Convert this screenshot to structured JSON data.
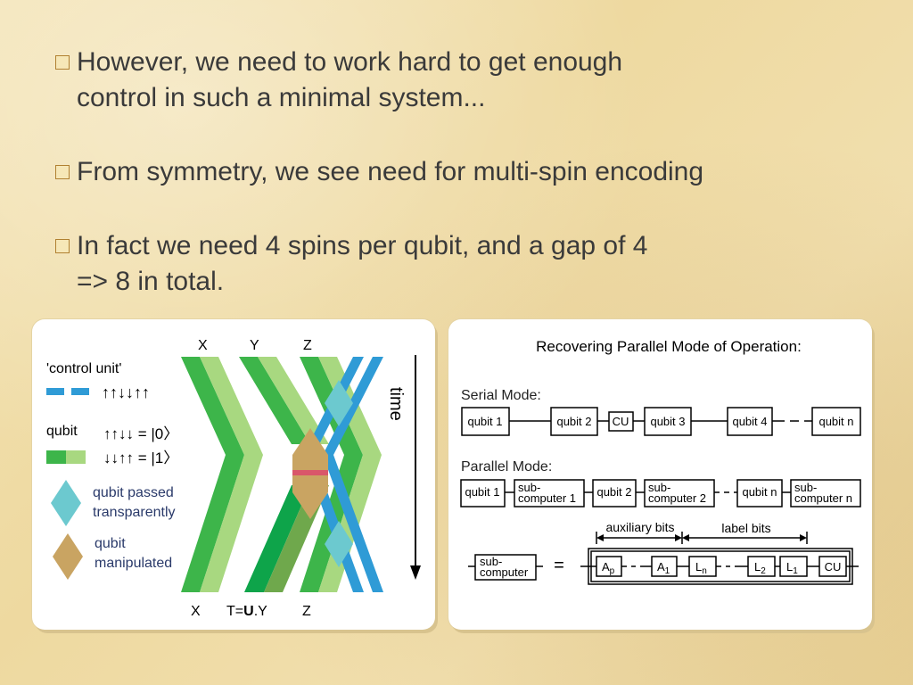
{
  "bullets": [
    {
      "line1": "However, we need to work hard to get enough",
      "line2": "control in such a minimal system..."
    },
    {
      "line1": "From symmetry, we see need for multi-spin encoding",
      "line2": ""
    },
    {
      "line1": "In fact we need 4 spins per qubit, and a gap of 4",
      "line2": "=> 8 in total."
    }
  ],
  "left_diagram": {
    "top_labels": [
      "X",
      "Y",
      "Z"
    ],
    "bottom_labels": {
      "x": "X",
      "t_prefix": "T=",
      "t_bold": "U",
      "t_suffix": ".Y",
      "z": "Z"
    },
    "time_label": "time",
    "legend": {
      "control_unit": "'control unit'",
      "control_arrows": "↑↑↓↓↑↑",
      "qubit": "qubit",
      "qubit_state0": "↑↑↓↓ = |0〉",
      "qubit_state1": "↓↓↑↑ = |1〉",
      "transparent_line1": "qubit passed",
      "transparent_line2": "transparently",
      "manipulated_line1": "qubit",
      "manipulated_line2": "manipulated"
    },
    "colors": {
      "dark_green": "#3db54a",
      "light_green": "#a8d880",
      "blue": "#2f9bd6",
      "teal": "#6cc9cf",
      "tan": "#c9a462",
      "red": "#d9576a"
    }
  },
  "right_diagram": {
    "title": "Recovering Parallel Mode of Operation:",
    "serial_label": "Serial Mode:",
    "serial_boxes": [
      "qubit 1",
      "qubit 2",
      "CU",
      "qubit 3",
      "qubit 4",
      "qubit n"
    ],
    "parallel_label": "Parallel Mode:",
    "parallel_boxes": [
      {
        "line1": "qubit 1",
        "line2": ""
      },
      {
        "line1": "sub-",
        "line2": "computer 1"
      },
      {
        "line1": "qubit 2",
        "line2": ""
      },
      {
        "line1": "sub-",
        "line2": "computer 2"
      },
      {
        "line1": "qubit n",
        "line2": ""
      },
      {
        "line1": "sub-",
        "line2": "computer n"
      }
    ],
    "auxiliary_label": "auxiliary bits",
    "label_bits_label": "label bits",
    "subcomputer": {
      "line1": "sub-",
      "line2": "computer"
    },
    "equals": "=",
    "bit_boxes": [
      {
        "main": "A",
        "sub": "p"
      },
      {
        "main": "A",
        "sub": "1"
      },
      {
        "main": "L",
        "sub": "n"
      },
      {
        "main": "L",
        "sub": "2"
      },
      {
        "main": "L",
        "sub": "1"
      },
      {
        "main": "CU",
        "sub": ""
      }
    ]
  }
}
